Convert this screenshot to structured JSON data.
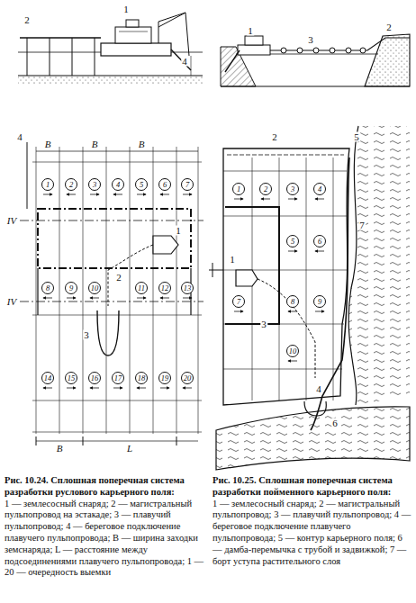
{
  "diagram": {
    "nodes": [
      {
        "text": [
          "1"
        ]
      },
      {
        "text": [
          "2"
        ]
      },
      {
        "text": [
          "3"
        ]
      },
      {
        "text": [
          "4"
        ]
      },
      {
        "text": [
          "5"
        ]
      },
      {
        "text": [
          "6"
        ]
      },
      {
        "text": [
          "7"
        ]
      },
      {
        "text": [
          "8"
        ]
      },
      {
        "text": [
          "9"
        ]
      },
      {
        "text": [
          "10"
        ]
      },
      {
        "text": [
          "11"
        ]
      },
      {
        "text": [
          "12"
        ]
      },
      {
        "text": [
          "13"
        ]
      },
      {
        "text": [
          "14"
        ]
      },
      {
        "text": [
          "15"
        ]
      },
      {
        "text": [
          "16"
        ]
      },
      {
        "text": [
          "17"
        ]
      },
      {
        "text": [
          "18"
        ]
      },
      {
        "text": [
          "19"
        ]
      },
      {
        "text": [
          "20"
        ]
      },
      {
        "text": [
          "1"
        ]
      },
      {
        "text": [
          "2"
        ]
      },
      {
        "text": [
          "3"
        ]
      },
      {
        "text": [
          "4"
        ]
      },
      {
        "text": [
          "5"
        ]
      },
      {
        "text": [
          "6"
        ]
      },
      {
        "text": [
          "7"
        ]
      },
      {
        "text": [
          "8"
        ]
      },
      {
        "text": [
          "9"
        ]
      },
      {
        "text": [
          "10"
        ]
      }
    ],
    "labels": [
      "1",
      "2",
      "4",
      "1",
      "3",
      "2",
      "4",
      "B",
      "B",
      "B",
      "IV",
      "IV",
      "1",
      "2",
      "3",
      "B",
      "L",
      "2",
      "5",
      "1",
      "3",
      "4",
      "6",
      "7",
      "Рис. 10.24. Сплошная поперечная система разработки руслового карьерного поля:",
      "1 — землесосный снаряд; 2 — магистральный пульпопровод на эстакаде; 3 — плавучий пульпопровод; 4 — береговое подключение плавучего пульпопровода; B — ширина заходки земснаряда; L — расстояние между подсоединениями плавучего пульпопровода; 1 — 20 — очередность выемки",
      "Рис. 10.25. Сплошная поперечная система разработки пойменного карьерного поля:",
      "1 — землесосный снаряд; 2 — магистральный пульпопровод; 3 — плавучий пульпопровод; 4 — береговое подключение плавучего пульпопровода; 5 — контур карьерного поля; 6 — дамба-перемычка с трубой и задвижкой; 7 — борт уступа растительного слоя"
    ]
  }
}
